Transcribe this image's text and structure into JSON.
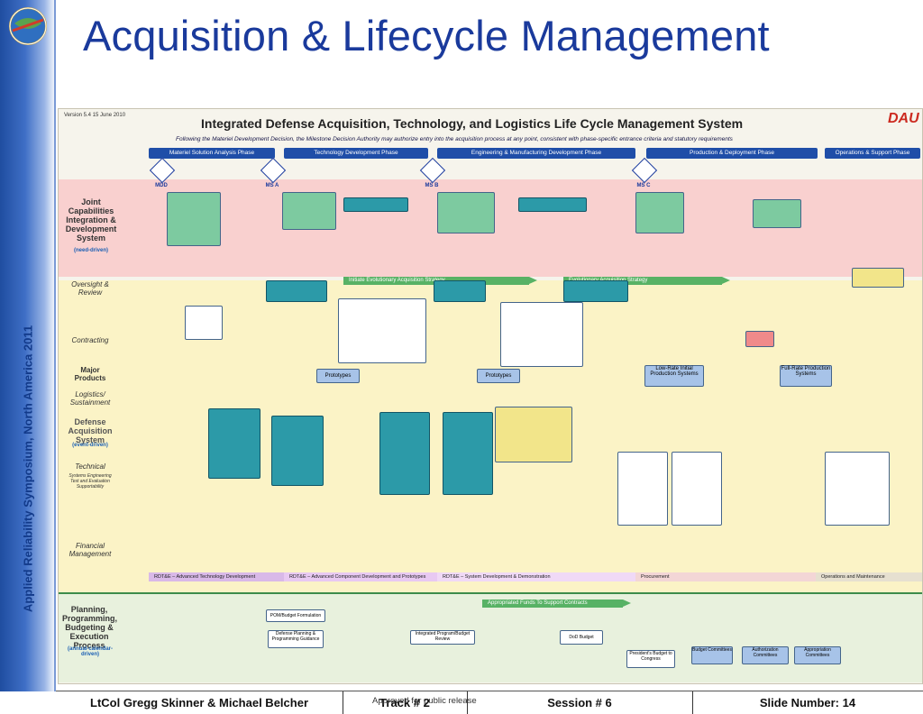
{
  "slide": {
    "title": "Acquisition & Lifecycle Management",
    "side_text": "Applied Reliability Symposium, North America 2011"
  },
  "chart": {
    "version": "Version 5.4  15 June 2010",
    "title": "Integrated Defense Acquisition, Technology, and Logistics Life Cycle Management System",
    "brand": "DAU",
    "subtitle": "Following the Materiel Development Decision, the Milestone Decision Authority may authorize entry into the acquisition process at any point, consistent with phase-specific entrance criteria and statutory requirements",
    "phases": [
      {
        "label": "Materiel Solution Analysis Phase"
      },
      {
        "label": "Technology Development Phase"
      },
      {
        "label": "Engineering & Manufacturing Development Phase"
      },
      {
        "label": "Production & Deployment Phase"
      },
      {
        "label": "Operations & Support Phase"
      }
    ],
    "milestones": [
      "MDD",
      "MS A",
      "MS B",
      "MS C"
    ],
    "left_labels": {
      "jcids": "Joint Capabilities Integration & Development System",
      "jcids_sub": "(need-driven)",
      "oversight": "Oversight & Review",
      "contracting": "Contracting",
      "major_products": "Major Products",
      "logistics": "Logistics/ Sustainment",
      "das": "Defense Acquisition System",
      "das_sub": "(event-driven)",
      "technical": "Technical",
      "technical_sub": "Systems Engineering Test and Evaluation Supportability",
      "financial": "Financial Management",
      "ppbe": "Planning, Programming, Budgeting & Execution Process",
      "ppbe_sub": "(annual-calendar-driven)"
    },
    "strips": {
      "initiate": "Initiate Evolutionary Acquisition Strategy",
      "evolutionary": "Evolutionary Acquisition Strategy",
      "funds": "Appropriated Funds To Support Contracts"
    },
    "products": [
      "Prototypes",
      "Prototypes",
      "Low-Rate Initial Production Systems",
      "Full-Rate Production Systems"
    ],
    "funding_bands": [
      "RDT&E – Advanced Technology Development",
      "RDT&E – Advanced Component Development and Prototypes",
      "RDT&E – System Development & Demonstration",
      "Procurement",
      "Operations and Maintenance"
    ],
    "ppbe_boxes": [
      "POM/Budget Formulation",
      "Defense Planning & Programming Guidance",
      "Integrated Program/Budget Review",
      "DoD Budget",
      "President's Budget to Congress",
      "Budget Committees",
      "Authorization Committees",
      "Appropriation Committees"
    ]
  },
  "footer": {
    "authors": "LtCol Gregg Skinner & Michael Belcher",
    "track": "Track # 2",
    "release": "Approved for public release",
    "session": "Session # 6",
    "slide_number": "Slide Number: 14"
  },
  "colors": {
    "title_blue": "#1a3a9c",
    "phase_blue": "#1f4ea8",
    "jcids_band": "#f9d0cf",
    "das_band": "#fbf3c6",
    "ppbe_band": "#e8f1dd",
    "strip_green": "#58b265"
  }
}
